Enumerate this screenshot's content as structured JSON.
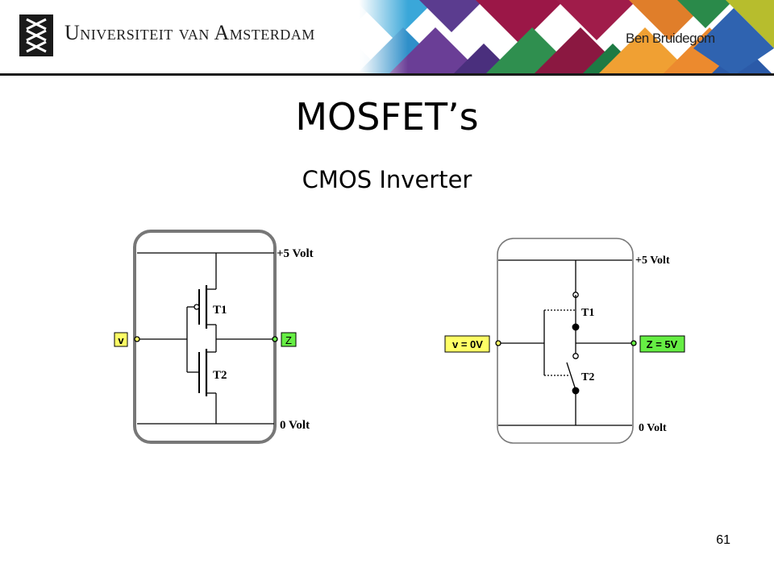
{
  "header": {
    "university_name": "Universiteit van Amsterdam",
    "author": "Ben Bruidegom",
    "logo_icon": "uva-crest-icon"
  },
  "slide": {
    "title": "MOSFET’s",
    "subtitle": "CMOS Inverter",
    "page_number": "61"
  },
  "left_circuit": {
    "supply_label": "+5 Volt",
    "ground_label": "0 Volt",
    "t1_label": "T1",
    "t2_label": "T2",
    "input_label": "v",
    "output_label": "Z"
  },
  "right_circuit": {
    "supply_label": "+5 Volt",
    "ground_label": "0 Volt",
    "t1_label": "T1",
    "t2_label": "T2",
    "input_label": "v = 0V",
    "output_label": "Z = 5V"
  },
  "colors": {
    "input_badge": "#ffff66",
    "output_badge": "#66ee44",
    "header_bar": "#1a1a1a"
  }
}
